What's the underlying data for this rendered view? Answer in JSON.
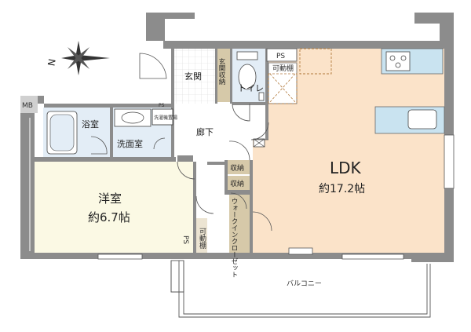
{
  "compass": {
    "north_label": "N"
  },
  "rooms": {
    "entrance": "玄関",
    "entrance_storage": "玄関収納",
    "toilet": "トイレ",
    "ps_top": "PS",
    "movable_shelf_top": "可動棚",
    "bathroom": "浴室",
    "washroom": "洗面室",
    "ps_wash": "PS",
    "washer_place": "洗濯機置場",
    "hallway": "廊下",
    "storage_1": "収納",
    "storage_2": "収納",
    "western_room": "洋室",
    "western_room_size": "約6.7帖",
    "ldk": "LDK",
    "ldk_size": "約17.2帖",
    "walkin_closet": "ウォークインクローゼット",
    "movable_shelf_wic": "可動棚",
    "ps_bottom": "PS",
    "mb": "MB",
    "balcony": "バルコニー"
  },
  "colors": {
    "wall": "#8c8c8c",
    "ldk_floor": "#fbe3c9",
    "western_floor": "#fbf9e4",
    "wet_floor": "#e3edf6",
    "storage_floor": "#d6c9a9",
    "entrance_floor": "#ffffff",
    "counter": "#c9e3f0"
  }
}
